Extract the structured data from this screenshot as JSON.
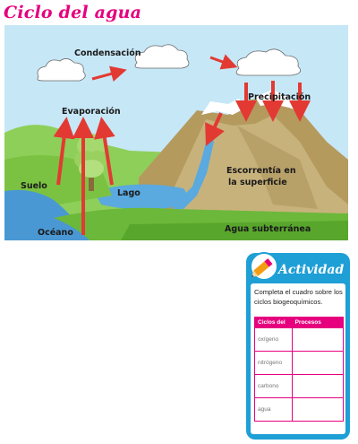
{
  "title": "Ciclo del agua",
  "diagram": {
    "labels": {
      "condensacion": "Condensación",
      "evaporacion": "Evaporación",
      "precipitacion": "Precipitación",
      "escorrentia_1": "Escorrentía en",
      "escorrentia_2": "la superficie",
      "suelo": "Suelo",
      "lago": "Lago",
      "oceano": "Océano",
      "agua_subterranea": "Agua subterránea"
    },
    "colors": {
      "sky": "#c6e7f6",
      "arrow": "#e23a33",
      "mountain": "#c8b27c",
      "snow": "#ffffff",
      "grass": "#7cc242",
      "water": "#5aa9df"
    }
  },
  "activity": {
    "title": "Actividad",
    "instruction": "Completa el cuadro sobre los ciclos biogeoquímicos.",
    "table": {
      "headers": [
        "Ciclos del",
        "Procesos"
      ],
      "rows": [
        {
          "ciclo": "oxígeno",
          "procesos": ""
        },
        {
          "ciclo": "nitrógeno",
          "procesos": ""
        },
        {
          "ciclo": "carbono",
          "procesos": ""
        },
        {
          "ciclo": "agua",
          "procesos": ""
        }
      ]
    },
    "colors": {
      "frame": "#1e9fd6",
      "header": "#e6007e"
    }
  }
}
